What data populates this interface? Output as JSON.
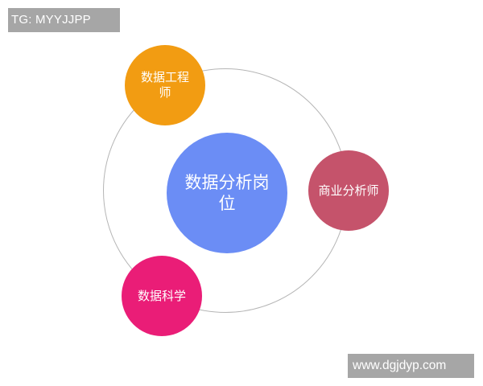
{
  "watermarks": {
    "top_left": "TG: MYYJJPP",
    "bottom_right": "www.dgjdyp.com"
  },
  "diagram": {
    "center": {
      "label": "数据分析岗位",
      "color": "#6b8df5"
    },
    "satellites": [
      {
        "label": "数据工程师",
        "color": "#f29c12",
        "position": "top-left"
      },
      {
        "label": "商业分析师",
        "color": "#c5536b",
        "position": "right"
      },
      {
        "label": "数据科学",
        "color": "#ea1d77",
        "position": "bottom-left"
      }
    ],
    "ring_color": "#b5b5b5"
  }
}
